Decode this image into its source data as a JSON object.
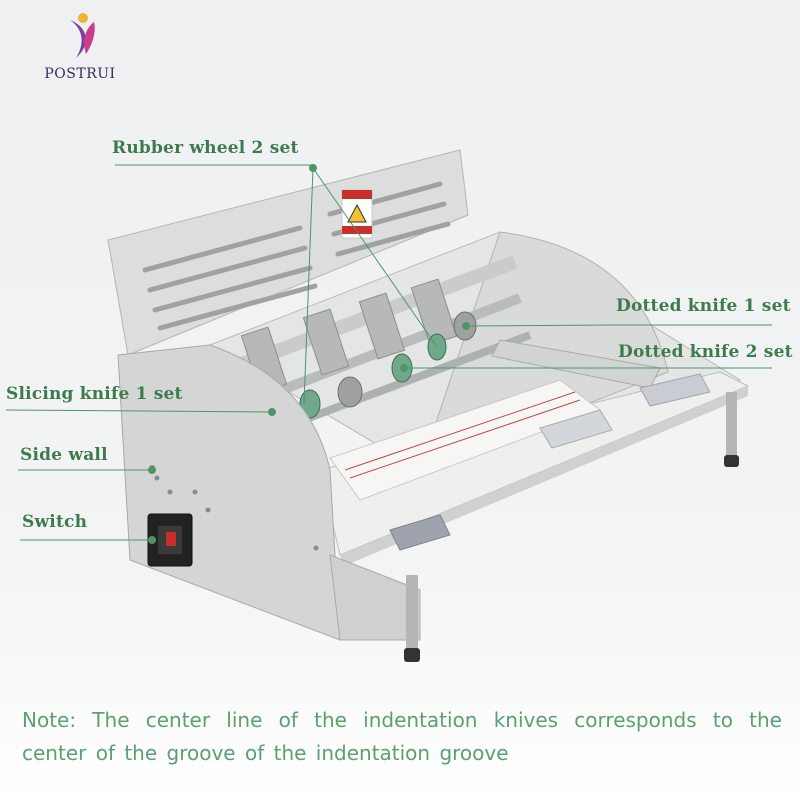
{
  "brand": {
    "name": "POSTRUI",
    "accent": "#3d7a4e"
  },
  "labels": {
    "rubber_wheel": "Rubber wheel 2 set",
    "dotted_knife_1": "Dotted knife 1 set",
    "dotted_knife_2": "Dotted knife 2 set",
    "slicing_knife": "Slicing knife 1 set",
    "side_wall": "Side wall",
    "switch": "Switch"
  },
  "note": "Note: The center line of the indentation knives corresponds to the center of the groove of the indentation groove"
}
